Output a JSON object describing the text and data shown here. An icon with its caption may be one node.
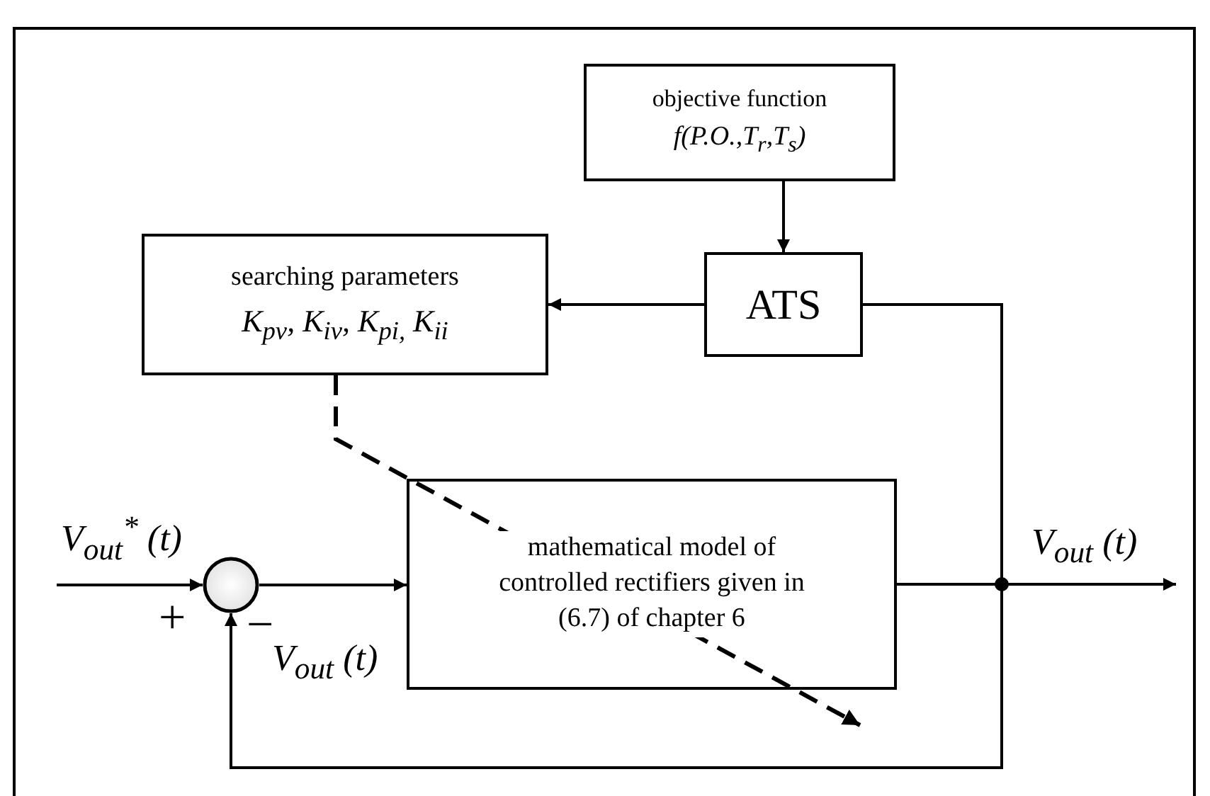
{
  "diagram": {
    "nodes": [
      {
        "text": [
          "objective function",
          "f(P.O.,T$_{r}$,T$_{s}$)"
        ]
      },
      {
        "text": [
          "searching parameters",
          "K$_{pv}$, K$_{iv}$, K$_{pi,}$ K$_{ii}$"
        ]
      },
      {
        "text": [
          "ATS"
        ]
      },
      {
        "text": [],
        "shape": "circle"
      },
      {
        "text": [
          "mathematical model of controlled rectifiers given in (6.7) of chapter 6"
        ]
      }
    ],
    "edges": [
      {
        "from": 0,
        "to": 2,
        "arrow": "to"
      },
      {
        "from": 2,
        "to": 1,
        "arrow": "to"
      },
      {
        "from": null,
        "to": 3,
        "arrow": "to",
        "label": "V$_{out}$$^{*}$ (t)"
      },
      {
        "from": 3,
        "to": 4,
        "arrow": "to"
      },
      {
        "from": 4,
        "to": null,
        "arrow": "to",
        "label": "V$_{out}$ (t)"
      },
      {
        "from": 4,
        "to": 3,
        "arrow": "to",
        "label": "V$_{out}$ (t)"
      },
      {
        "from": 4,
        "to": 2,
        "arrow": "none"
      },
      {
        "from": 1,
        "to": 4,
        "arrow": "to",
        "style": "dashed"
      }
    ],
    "labels": [
      "+",
      "−"
    ]
  }
}
